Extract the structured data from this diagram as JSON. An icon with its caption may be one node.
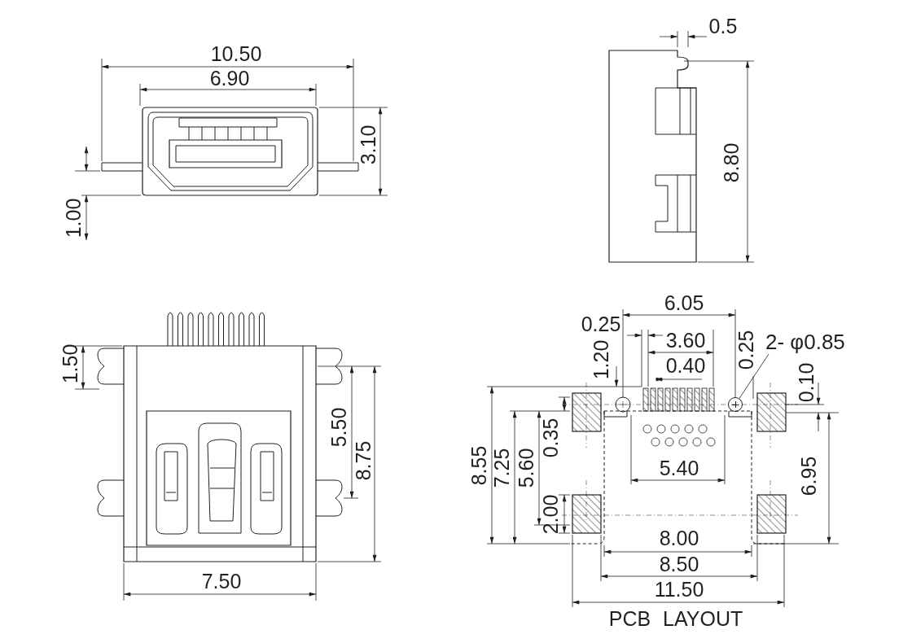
{
  "diagram": {
    "caption": "PCB LAYOUT",
    "nodes": [
      {
        "text": [
          "2- φ0.85"
        ]
      },
      {
        "text": [],
        "shape": "circle"
      }
    ],
    "edges": [
      {
        "from": 0,
        "to": 1,
        "arrow": "none"
      }
    ],
    "labels": [
      "10.50",
      "6.90",
      "3.10",
      "1.00",
      "0.5",
      "8.80",
      "1.50",
      "5.50",
      "8.75",
      "7.50",
      "6.05",
      "0.25",
      "1.20",
      "3.60",
      "0.40",
      "0.25",
      "0.10",
      "0.35",
      "5.60",
      "7.25",
      "8.55",
      "5.40",
      "6.95",
      "2.00",
      "8.00",
      "8.50",
      "11.50"
    ]
  }
}
